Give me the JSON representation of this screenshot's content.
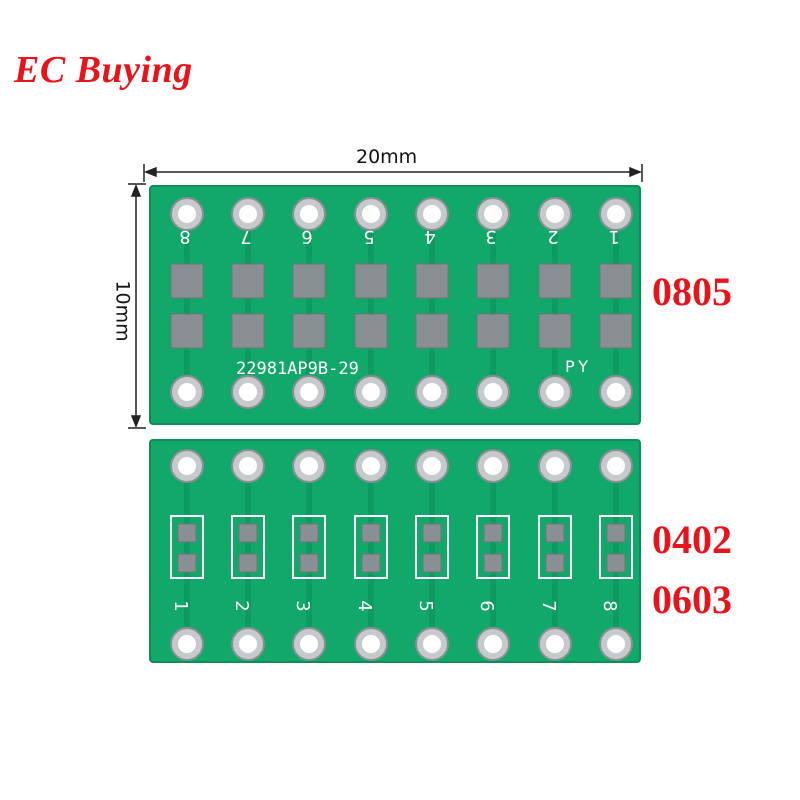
{
  "brand": {
    "text": "EC Buying",
    "color": "#e8141c"
  },
  "dimensions": {
    "width_label": "20mm",
    "height_label": "10mm"
  },
  "board_top": {
    "pin_numbers": [
      "8",
      "7",
      "6",
      "5",
      "4",
      "3",
      "2",
      "1"
    ],
    "silkscreen_code": "22981AP9B-29",
    "silkscreen_mark": "PY",
    "size_label": "0805"
  },
  "board_bottom": {
    "pin_numbers": [
      "1",
      "2",
      "3",
      "4",
      "5",
      "6",
      "7",
      "8"
    ],
    "size_labels": [
      "0402",
      "0603"
    ]
  },
  "colors": {
    "pcb": "#11a86a",
    "pcb_edge": "#0b8f58",
    "pad": "#8a8f93",
    "label": "#e8141c"
  }
}
